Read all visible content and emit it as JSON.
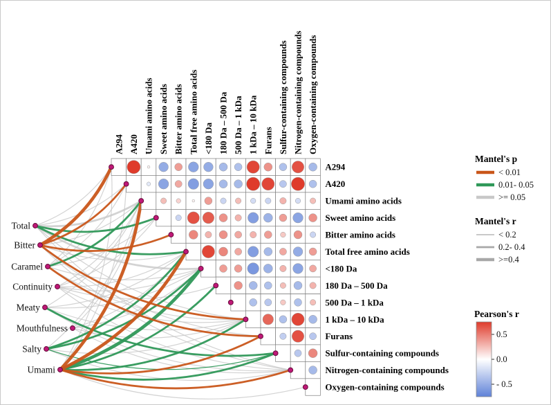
{
  "chart_data": {
    "type": "heatmap",
    "subtype": "mantel_test_correlation_network",
    "matrix_variables": [
      "A294",
      "A420",
      "Umami amino acids",
      "Sweet amino acids",
      "Bitter amino acids",
      "Total free amino acids",
      "<180 Da",
      "180 Da – 500 Da",
      "500 Da – 1 kDa",
      "1 kDa – 10 kDa",
      "Furans",
      "Sulfur-containing compounds",
      "Nitrogen-containing compounds",
      "Oxygen-containing compounds"
    ],
    "pearson_r_upper_triangle": [
      [
        0.9,
        0.05,
        -0.6,
        0.45,
        -0.65,
        -0.6,
        -0.5,
        -0.45,
        0.85,
        0.5,
        -0.45,
        0.8,
        -0.5
      ],
      [
        -0.15,
        -0.65,
        0.4,
        -0.7,
        -0.65,
        -0.5,
        -0.5,
        0.9,
        0.85,
        -0.4,
        0.9,
        -0.45
      ],
      [
        0.3,
        0.2,
        0.05,
        0.45,
        -0.3,
        0.3,
        -0.25,
        -0.3,
        0.35,
        -0.25,
        0.3
      ],
      [
        -0.3,
        0.8,
        0.75,
        0.5,
        0.35,
        -0.7,
        -0.55,
        0.45,
        -0.65,
        0.5
      ],
      [
        0.55,
        0.35,
        0.5,
        0.4,
        0.35,
        0.45,
        0.25,
        0.5,
        -0.3
      ],
      [
        0.85,
        0.55,
        0.4,
        -0.7,
        -0.5,
        0.4,
        -0.6,
        0.45
      ],
      [
        0.45,
        0.45,
        -0.75,
        -0.55,
        0.35,
        -0.65,
        0.4
      ],
      [
        0.5,
        -0.5,
        -0.45,
        0.3,
        -0.5,
        0.35
      ],
      [
        -0.45,
        -0.4,
        0.25,
        -0.45,
        0.3
      ],
      [
        0.7,
        -0.45,
        0.85,
        -0.5
      ],
      [
        -0.35,
        0.8,
        -0.4
      ],
      [
        -0.4,
        0.55
      ],
      [
        -0.5
      ]
    ],
    "sensory_attributes": [
      "Total",
      "Bitter",
      "Caramel",
      "Continuity",
      "Meaty",
      "Mouthfulness",
      "Salty",
      "Umami"
    ],
    "mantel_edges": [
      {
        "from": "Total",
        "to": "A294",
        "p": ">=0.05",
        "r": "<0.2"
      },
      {
        "from": "Total",
        "to": "A420",
        "p": ">=0.05",
        "r": "<0.2"
      },
      {
        "from": "Total",
        "to": "Umami amino acids",
        "p": ">=0.05",
        "r": "0.2-0.4"
      },
      {
        "from": "Total",
        "to": "Sweet amino acids",
        "p": "0.01-0.05",
        "r": "0.2-0.4"
      },
      {
        "from": "Total",
        "to": "Total free amino acids",
        "p": "0.01-0.05",
        "r": "0.2-0.4"
      },
      {
        "from": "Total",
        "to": "<180 Da",
        "p": ">=0.05",
        "r": "0.2-0.4"
      },
      {
        "from": "Total",
        "to": "1 kDa – 10 kDa",
        "p": ">=0.05",
        "r": "<0.2"
      },
      {
        "from": "Total",
        "to": "Nitrogen-containing compounds",
        "p": ">=0.05",
        "r": "<0.2"
      },
      {
        "from": "Bitter",
        "to": "A294",
        "p": "<0.01",
        "r": ">=0.4"
      },
      {
        "from": "Bitter",
        "to": "A420",
        "p": "<0.01",
        "r": "0.2-0.4"
      },
      {
        "from": "Bitter",
        "to": "Bitter amino acids",
        "p": "<0.01",
        "r": "0.2-0.4"
      },
      {
        "from": "Bitter",
        "to": "1 kDa – 10 kDa",
        "p": "<0.01",
        "r": "0.2-0.4"
      },
      {
        "from": "Bitter",
        "to": "Umami amino acids",
        "p": ">=0.05",
        "r": "<0.2"
      },
      {
        "from": "Bitter",
        "to": "Total free amino acids",
        "p": ">=0.05",
        "r": "<0.2"
      },
      {
        "from": "Bitter",
        "to": "Furans",
        "p": ">=0.05",
        "r": "<0.2"
      },
      {
        "from": "Bitter",
        "to": "Nitrogen-containing compounds",
        "p": ">=0.05",
        "r": "<0.2"
      },
      {
        "from": "Caramel",
        "to": "Umami amino acids",
        "p": "0.01-0.05",
        "r": "0.2-0.4"
      },
      {
        "from": "Caramel",
        "to": "Furans",
        "p": "<0.01",
        "r": "0.2-0.4"
      },
      {
        "from": "Caramel",
        "to": "A294",
        "p": ">=0.05",
        "r": "<0.2"
      },
      {
        "from": "Caramel",
        "to": "A420",
        "p": ">=0.05",
        "r": "<0.2"
      },
      {
        "from": "Caramel",
        "to": "Sweet amino acids",
        "p": ">=0.05",
        "r": "<0.2"
      },
      {
        "from": "Caramel",
        "to": "<180 Da",
        "p": ">=0.05",
        "r": "<0.2"
      },
      {
        "from": "Caramel",
        "to": "1 kDa – 10 kDa",
        "p": ">=0.05",
        "r": "<0.2"
      },
      {
        "from": "Continuity",
        "to": "Umami amino acids",
        "p": ">=0.05",
        "r": "<0.2"
      },
      {
        "from": "Continuity",
        "to": "Sweet amino acids",
        "p": ">=0.05",
        "r": "<0.2"
      },
      {
        "from": "Continuity",
        "to": "Total free amino acids",
        "p": ">=0.05",
        "r": "<0.2"
      },
      {
        "from": "Continuity",
        "to": "<180 Da",
        "p": ">=0.05",
        "r": "<0.2"
      },
      {
        "from": "Continuity",
        "to": "180 Da – 500 Da",
        "p": ">=0.05",
        "r": "<0.2"
      },
      {
        "from": "Continuity",
        "to": "1 kDa – 10 kDa",
        "p": ">=0.05",
        "r": "<0.2"
      },
      {
        "from": "Continuity",
        "to": "Nitrogen-containing compounds",
        "p": ">=0.05",
        "r": "<0.2"
      },
      {
        "from": "Meaty",
        "to": "Umami amino acids",
        "p": ">=0.05",
        "r": "<0.2"
      },
      {
        "from": "Meaty",
        "to": "Total free amino acids",
        "p": ">=0.05",
        "r": "<0.2"
      },
      {
        "from": "Meaty",
        "to": "<180 Da",
        "p": ">=0.05",
        "r": "<0.2"
      },
      {
        "from": "Meaty",
        "to": "Sulfur-containing compounds",
        "p": "0.01-0.05",
        "r": "0.2-0.4"
      },
      {
        "from": "Meaty",
        "to": "1 kDa – 10 kDa",
        "p": ">=0.05",
        "r": "<0.2"
      },
      {
        "from": "Meaty",
        "to": "Nitrogen-containing compounds",
        "p": ">=0.05",
        "r": "<0.2"
      },
      {
        "from": "Mouthfulness",
        "to": "Umami amino acids",
        "p": ">=0.05",
        "r": "<0.2"
      },
      {
        "from": "Mouthfulness",
        "to": "Total free amino acids",
        "p": ">=0.05",
        "r": "<0.2"
      },
      {
        "from": "Mouthfulness",
        "to": "<180 Da",
        "p": ">=0.05",
        "r": "<0.2"
      },
      {
        "from": "Mouthfulness",
        "to": "1 kDa – 10 kDa",
        "p": ">=0.05",
        "r": "<0.2"
      },
      {
        "from": "Mouthfulness",
        "to": "Nitrogen-containing compounds",
        "p": ">=0.05",
        "r": "<0.2"
      },
      {
        "from": "Salty",
        "to": "Total free amino acids",
        "p": "0.01-0.05",
        "r": "0.2-0.4"
      },
      {
        "from": "Salty",
        "to": "<180 Da",
        "p": "0.01-0.05",
        "r": "0.2-0.4"
      },
      {
        "from": "Salty",
        "to": "Umami amino acids",
        "p": ">=0.05",
        "r": "<0.2"
      },
      {
        "from": "Salty",
        "to": "1 kDa – 10 kDa",
        "p": ">=0.05",
        "r": "<0.2"
      },
      {
        "from": "Salty",
        "to": "Sulfur-containing compounds",
        "p": "0.01-0.05",
        "r": "<0.2"
      },
      {
        "from": "Salty",
        "to": "Nitrogen-containing compounds",
        "p": ">=0.05",
        "r": "<0.2"
      },
      {
        "from": "Umami",
        "to": "Umami amino acids",
        "p": "<0.01",
        "r": ">=0.4"
      },
      {
        "from": "Umami",
        "to": "Total free amino acids",
        "p": "<0.01",
        "r": ">=0.4"
      },
      {
        "from": "Umami",
        "to": "<180 Da",
        "p": "0.01-0.05",
        "r": ">=0.4"
      },
      {
        "from": "Umami",
        "to": "180 Da – 500 Da",
        "p": "0.01-0.05",
        "r": "0.2-0.4"
      },
      {
        "from": "Umami",
        "to": "Furans",
        "p": "<0.01",
        "r": "0.2-0.4"
      },
      {
        "from": "Umami",
        "to": "Sulfur-containing compounds",
        "p": "0.01-0.05",
        "r": "0.2-0.4"
      },
      {
        "from": "Umami",
        "to": "Nitrogen-containing compounds",
        "p": "<0.01",
        "r": "0.2-0.4"
      },
      {
        "from": "Umami",
        "to": "A294",
        "p": ">=0.05",
        "r": "<0.2"
      },
      {
        "from": "Umami",
        "to": "A420",
        "p": ">=0.05",
        "r": "<0.2"
      },
      {
        "from": "Umami",
        "to": "1 kDa – 10 kDa",
        "p": "0.01-0.05",
        "r": "0.2-0.4"
      },
      {
        "from": "Umami",
        "to": "Oxygen-containing compounds",
        "p": ">=0.05",
        "r": "<0.2"
      }
    ],
    "colors": {
      "positive": "#df3b2b",
      "negative": "#5f82d8",
      "node_fill": "#c01878",
      "node_stroke": "#6d1040",
      "p_colors": {
        "<0.01": "#c9561a",
        "0.01-0.05": "#2f9858",
        ">=0.05": "#c8c8c8"
      },
      "r_widths": {
        "<0.2": 1.2,
        "0.2-0.4": 2.8,
        ">=0.4": 4.6
      }
    },
    "legend": {
      "mantel_p": {
        "title": "Mantel's p",
        "items": [
          {
            "label": "< 0.01",
            "color": "#c9561a"
          },
          {
            "label": "0.01- 0.05",
            "color": "#2f9858"
          },
          {
            "label": ">= 0.05",
            "color": "#c8c8c8"
          }
        ]
      },
      "mantel_r": {
        "title": "Mantel's r",
        "items": [
          {
            "label": "< 0.2",
            "width": 1.2
          },
          {
            "label": "0.2- 0.4",
            "width": 2.8
          },
          {
            "label": ">=0.4",
            "width": 4.6
          }
        ]
      },
      "pearson_r": {
        "title": "Pearson's r",
        "gradient": [
          "#df3b2b",
          "#ffffff",
          "#5f82d8"
        ],
        "range": [
          0.75,
          -0.75
        ],
        "ticks": [
          {
            "label": "0.5",
            "value": 0.5
          },
          {
            "label": "0.0",
            "value": 0.0
          },
          {
            "label": "- 0.5",
            "value": -0.5
          }
        ]
      }
    }
  }
}
